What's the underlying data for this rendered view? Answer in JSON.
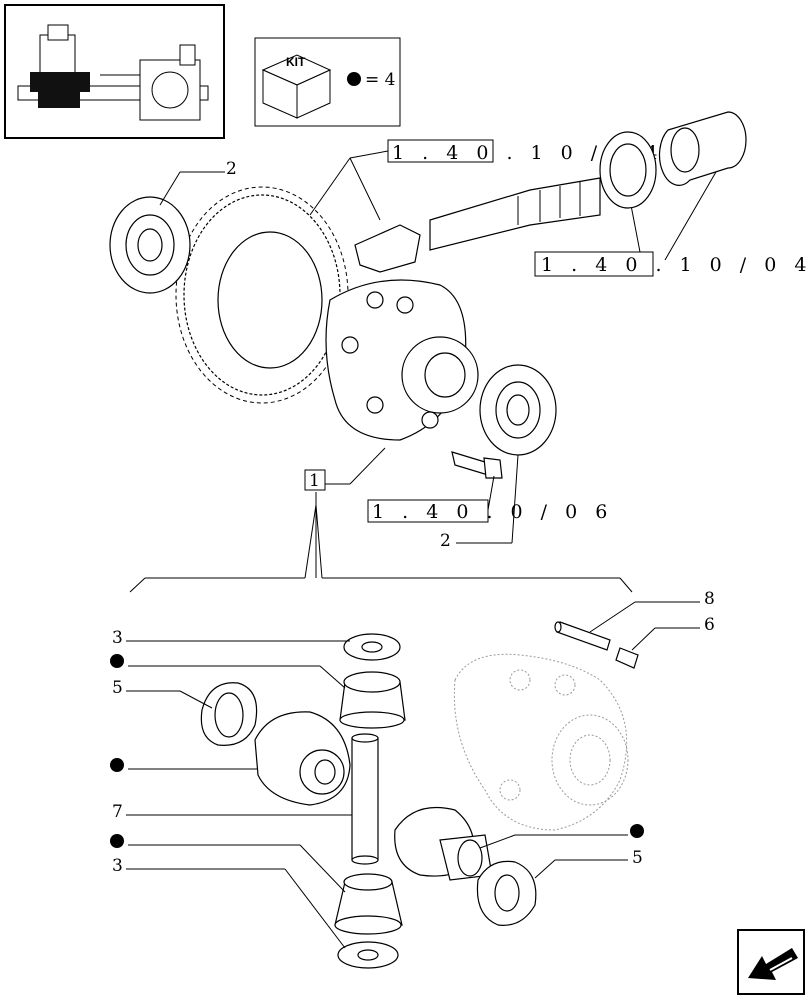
{
  "kit_box": {
    "kit_label": "KIT",
    "equals_text": "= 4",
    "dot_icon": "filled-circle-icon"
  },
  "references": {
    "ref_top": "1 . 4 0 . 1 0 / 0 4",
    "ref_right": "1 . 4 0 . 1 0 / 0 4",
    "ref_bottom": "1 . 4 0 . 0 / 0 6"
  },
  "callouts": {
    "top_left_bearing": "2",
    "bottom_bearing": "2",
    "boxed_one": "1",
    "washer_top": "3",
    "washer_bottom": "3",
    "thrust_left": "5",
    "thrust_right": "5",
    "shaft": "7",
    "pin": "8",
    "roll_pin": "6"
  },
  "icons": {
    "nav_arrow": "back-arrow-icon",
    "thumbnail": "axle-assembly-thumbnail"
  },
  "colors": {
    "line": "#000000",
    "ghost": "#999999",
    "background": "#ffffff"
  }
}
